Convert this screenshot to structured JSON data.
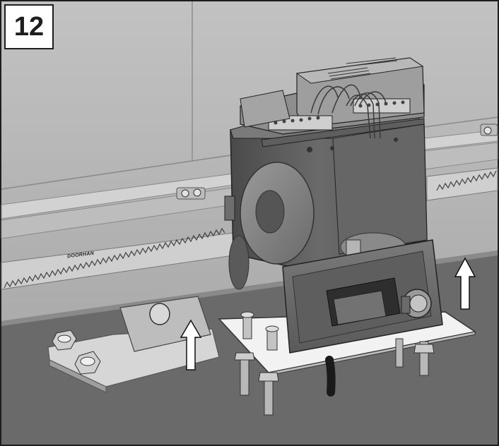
{
  "step": {
    "number": "12"
  },
  "rack": {
    "brand_label": "DOORHAN"
  },
  "arrows": [
    {
      "direction": "up",
      "name": "left-lift-arrow"
    },
    {
      "direction": "up",
      "name": "right-lift-arrow"
    }
  ],
  "colors": {
    "wall": "#b0b0b0",
    "floor": "#686868",
    "motor_body": "#5e5e5e",
    "rack": "#c8c8c8",
    "base_plate": "#f2f2f2",
    "frame_border": "#1e1e1e"
  }
}
